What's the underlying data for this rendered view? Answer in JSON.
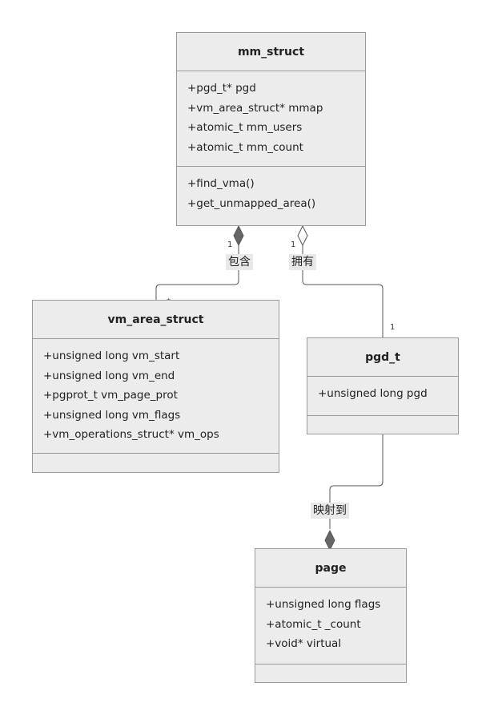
{
  "classes": {
    "mm_struct": {
      "name": "mm_struct",
      "attributes": [
        "+pgd_t* pgd",
        "+vm_area_struct* mmap",
        "+atomic_t mm_users",
        "+atomic_t mm_count"
      ],
      "methods": [
        "+find_vma()",
        "+get_unmapped_area()"
      ]
    },
    "vm_area_struct": {
      "name": "vm_area_struct",
      "attributes": [
        "+unsigned long vm_start",
        "+unsigned long vm_end",
        "+pgprot_t vm_page_prot",
        "+unsigned long vm_flags",
        "+vm_operations_struct* vm_ops"
      ],
      "methods": []
    },
    "pgd_t": {
      "name": "pgd_t",
      "attributes": [
        "+unsigned long pgd"
      ],
      "methods": []
    },
    "page": {
      "name": "page",
      "attributes": [
        "+unsigned long flags",
        "+atomic_t _count",
        "+void* virtual"
      ],
      "methods": []
    }
  },
  "relations": {
    "contains": {
      "label": "包含",
      "from_mult": "1",
      "to_mult": "*",
      "type": "composition"
    },
    "owns": {
      "label": "拥有",
      "from_mult": "1",
      "to_mult": "1",
      "type": "aggregation"
    },
    "maps_to": {
      "label": "映射到",
      "type": "composition"
    }
  }
}
